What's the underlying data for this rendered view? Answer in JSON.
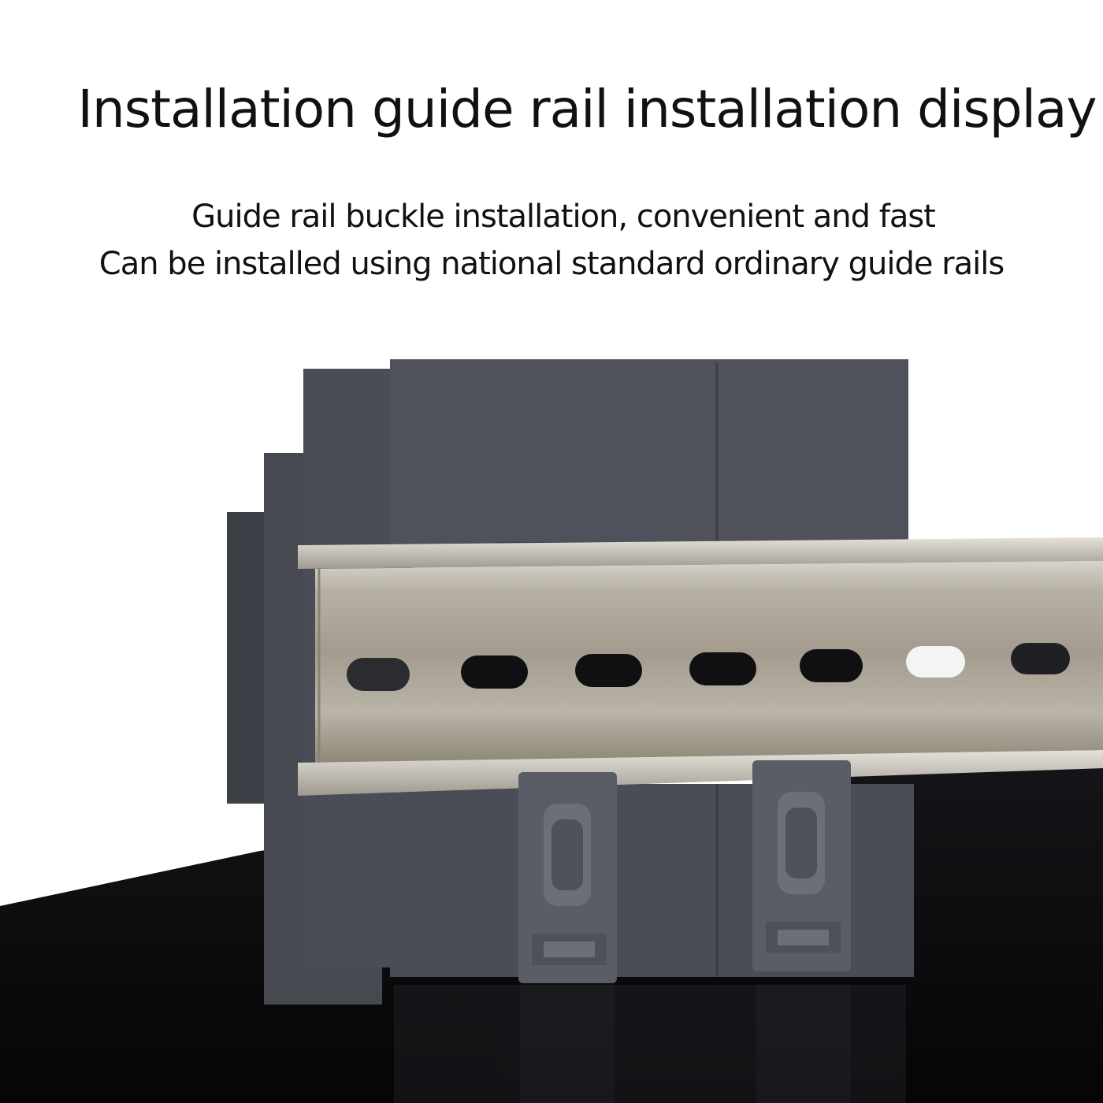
{
  "headline": "Installation guide rail installation display",
  "subtitle_lines": [
    "Guide rail buckle installation, convenient and fast",
    "Can be installed using national standard ordinary guide rails"
  ],
  "colors": {
    "background": "#ffffff",
    "floor": "#0b0b0d",
    "housing": "#4a4d55",
    "housing_dark": "#3a3d44",
    "rail": "#a8a29a",
    "clip": "#5a5d66"
  }
}
